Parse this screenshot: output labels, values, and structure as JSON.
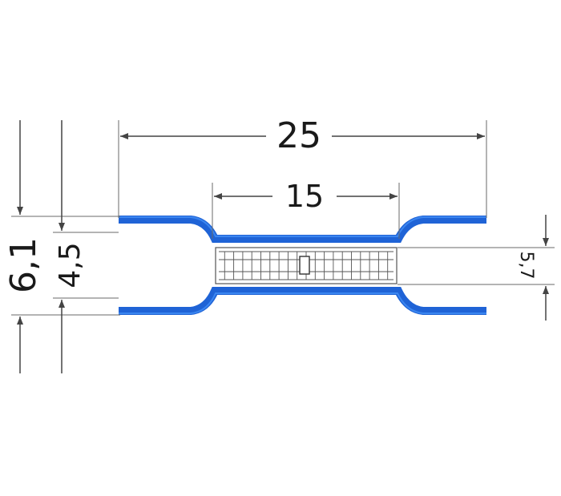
{
  "dimensions": {
    "overall_length": "25",
    "barrel_length": "15",
    "outer_diameter": "6,1",
    "inner_diameter": "4,5",
    "barrel_diameter": "5,7"
  },
  "colors": {
    "insulation": "#1f63d6",
    "insulation_highlight": "#3b86f0",
    "dimension_line": "#444444",
    "barrel_grid": "#555555",
    "text": "#1a1a1a"
  }
}
